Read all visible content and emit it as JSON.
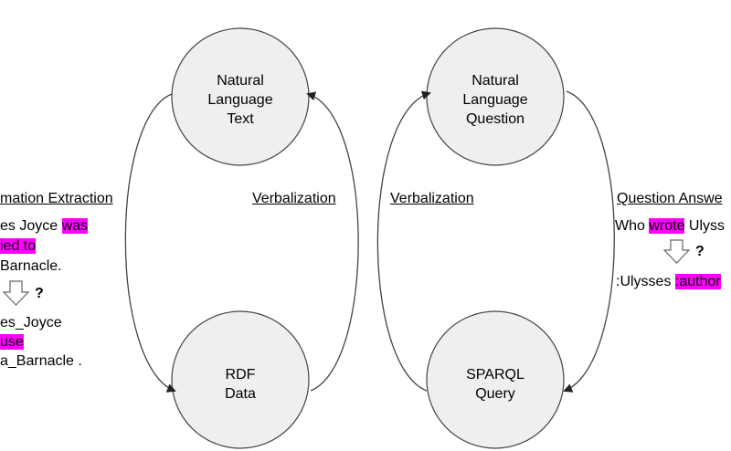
{
  "nodes": {
    "nl_text": [
      "Natural",
      "Language",
      "Text"
    ],
    "nl_question": [
      "Natural",
      "Language",
      "Question"
    ],
    "rdf_data": [
      "RDF",
      "Data"
    ],
    "sparql_query": [
      "SPARQL",
      "Query"
    ]
  },
  "edge_labels": {
    "information_extraction": "mation Extraction",
    "verbalization_left": "Verbalization",
    "verbalization_right": "Verbalization",
    "question_answering": "Question Answe"
  },
  "left_example": {
    "line1_plain": "es Joyce ",
    "line1_hl": "was",
    "line2_hl": "ied to",
    "line3": " Barnacle.",
    "qmark": "?",
    "line4": "es_Joyce",
    "line5_hl": "use",
    "line6": "a_Barnacle ."
  },
  "right_example": {
    "q_plain1": "Who ",
    "q_hl": "wrote",
    "q_plain2": " Ulyss",
    "qmark": "?",
    "ans_plain": ":Ulysses ",
    "ans_hl": ":author"
  },
  "colors": {
    "node_fill": "#efefef",
    "stroke": "#444444",
    "highlight": "#ff00ff"
  }
}
